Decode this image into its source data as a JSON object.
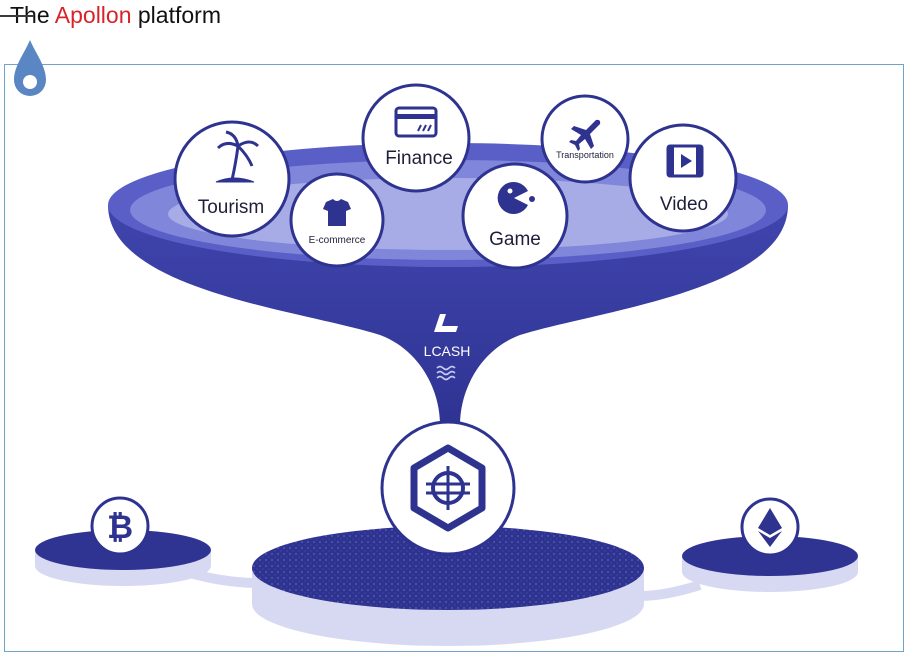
{
  "title": {
    "prefix": "The ",
    "highlight": "Apollon",
    "suffix": " platform"
  },
  "funnel_label": "LCASH",
  "categories": {
    "tourism": "Tourism",
    "ecommerce": "E-commerce",
    "finance": "Finance",
    "game": "Game",
    "transportation": "Transportation",
    "video": "Video"
  },
  "colors": {
    "funnel": "#3a3ea8",
    "rim": "#6a6fcf",
    "platform": "#2e338f",
    "accent": "#d9232a",
    "frame": "#6fa3c7"
  },
  "icons": [
    "drop-icon",
    "palm-tree-icon",
    "tshirt-icon",
    "card-icon",
    "pacman-icon",
    "plane-icon",
    "video-icon",
    "lcash-logo-icon",
    "waves-icon",
    "hex-coin-icon",
    "bitcoin-icon",
    "ethereum-icon"
  ]
}
